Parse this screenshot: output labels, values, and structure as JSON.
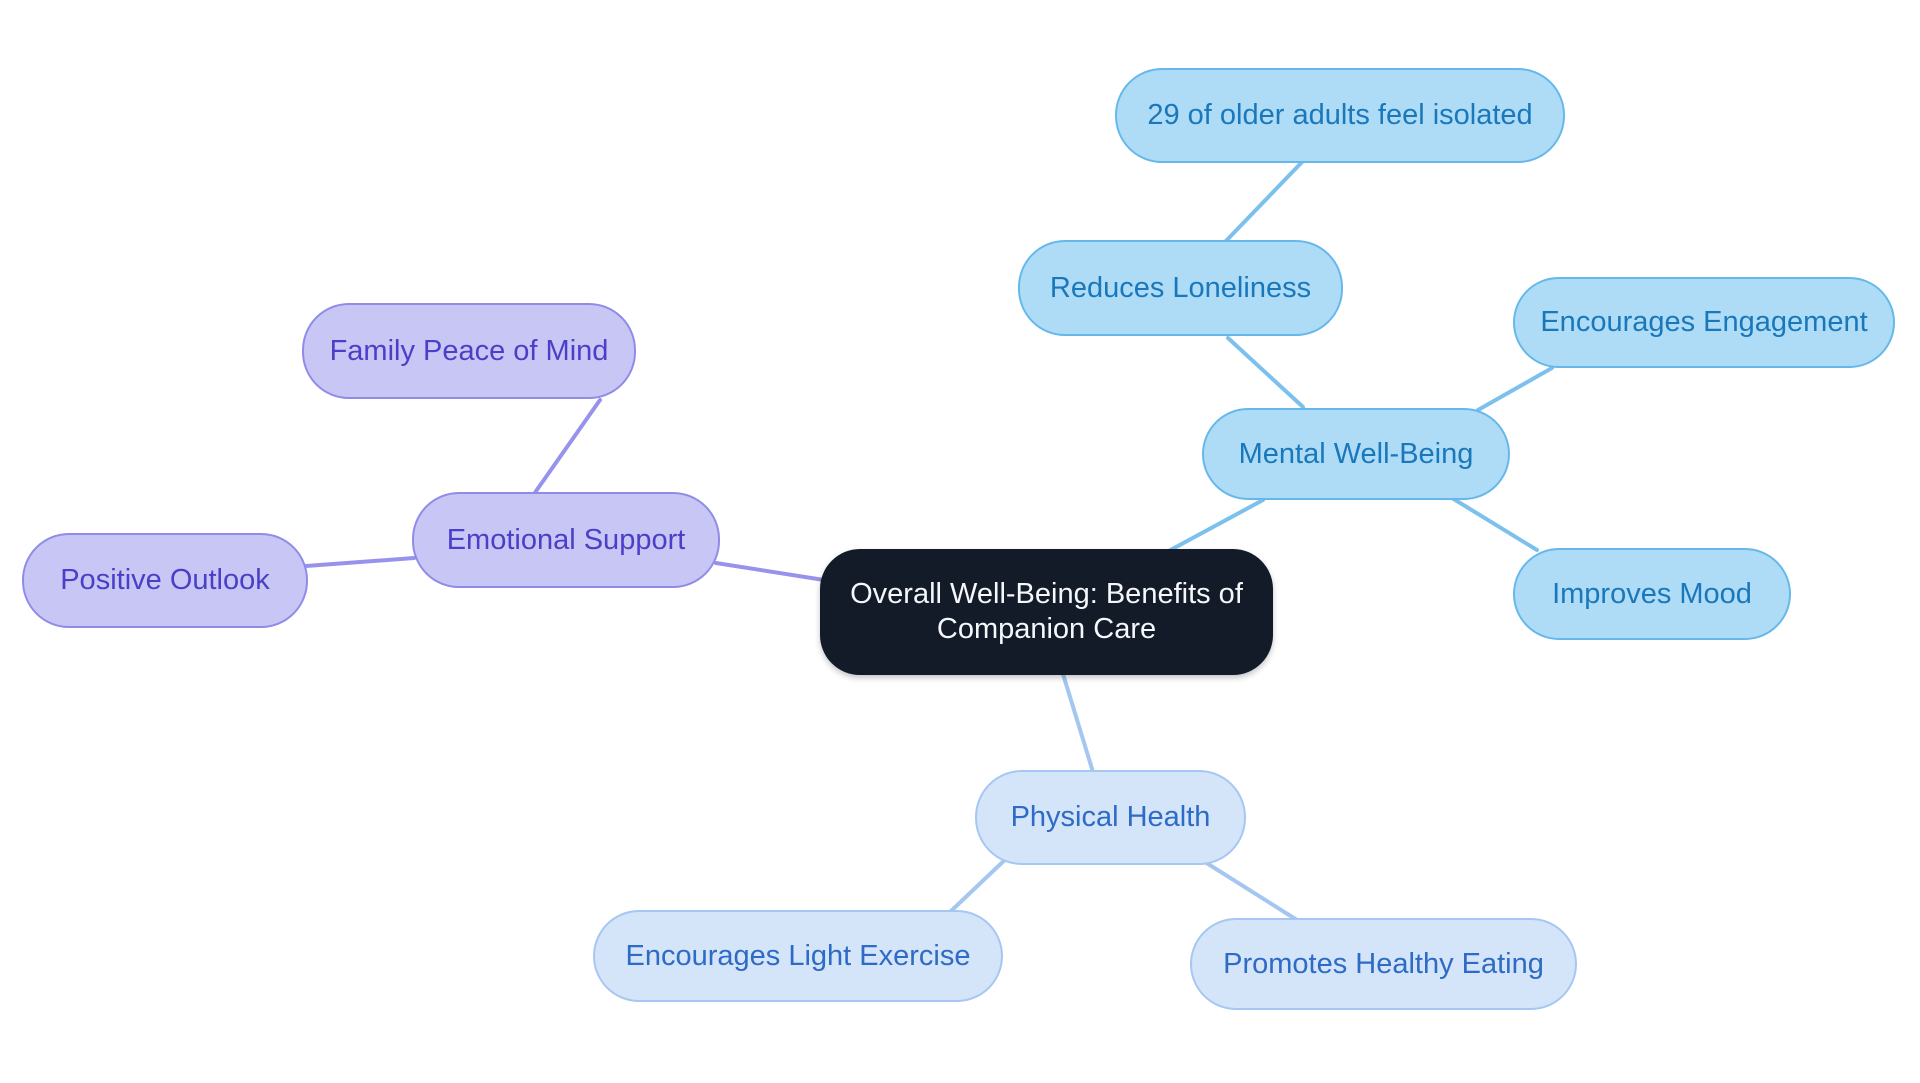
{
  "diagram": {
    "type": "mindmap",
    "root": {
      "id": "root",
      "label": "Overall Well-Being: Benefits of Companion Care",
      "children": [
        {
          "id": "mental_well_being",
          "label": "Mental Well-Being",
          "branch_color": "#66b8ea",
          "children": [
            {
              "id": "reduces_loneliness",
              "label": "Reduces Loneliness",
              "children": [
                {
                  "id": "isolated_stat",
                  "label": "29 of older adults feel isolated"
                }
              ]
            },
            {
              "id": "encourages_engagement",
              "label": "Encourages Engagement"
            },
            {
              "id": "improves_mood",
              "label": "Improves Mood"
            }
          ]
        },
        {
          "id": "physical_health",
          "label": "Physical Health",
          "branch_color": "#a6c7f2",
          "children": [
            {
              "id": "encourages_light_exercise",
              "label": "Encourages Light Exercise"
            },
            {
              "id": "promotes_healthy_eating",
              "label": "Promotes Healthy Eating"
            }
          ]
        },
        {
          "id": "emotional_support",
          "label": "Emotional Support",
          "branch_color": "#8f8ce8",
          "children": [
            {
              "id": "family_peace_of_mind",
              "label": "Family Peace of Mind"
            },
            {
              "id": "positive_outlook",
              "label": "Positive Outlook"
            }
          ]
        }
      ]
    }
  },
  "nodes": {
    "root": "Overall Well-Being: Benefits of Companion Care",
    "mental_well_being": "Mental Well-Being",
    "reduces_loneliness": "Reduces Loneliness",
    "isolated_stat": "29 of older adults feel isolated",
    "encourages_engagement": "Encourages Engagement",
    "improves_mood": "Improves Mood",
    "physical_health": "Physical Health",
    "encourages_light_exercise": "Encourages Light Exercise",
    "promotes_healthy_eating": "Promotes Healthy Eating",
    "emotional_support": "Emotional Support",
    "family_peace_of_mind": "Family Peace of Mind",
    "positive_outlook": "Positive Outlook"
  },
  "colors": {
    "background": "#ffffff",
    "root_fill": "#131b29",
    "root_text": "#f5f7fa",
    "mental_fill": "#aedcf7",
    "mental_border": "#66b8ea",
    "mental_text": "#1a78ba",
    "mental_edge": "#7cc0ee",
    "physical_fill": "#d4e4f9",
    "physical_border": "#a6c7f2",
    "physical_text": "#2d6bc5",
    "physical_edge": "#a5c6f1",
    "emotional_fill": "#c8c6f4",
    "emotional_border": "#8f8ce8",
    "emotional_text": "#4b3fc8",
    "emotional_edge": "#9793ec"
  }
}
